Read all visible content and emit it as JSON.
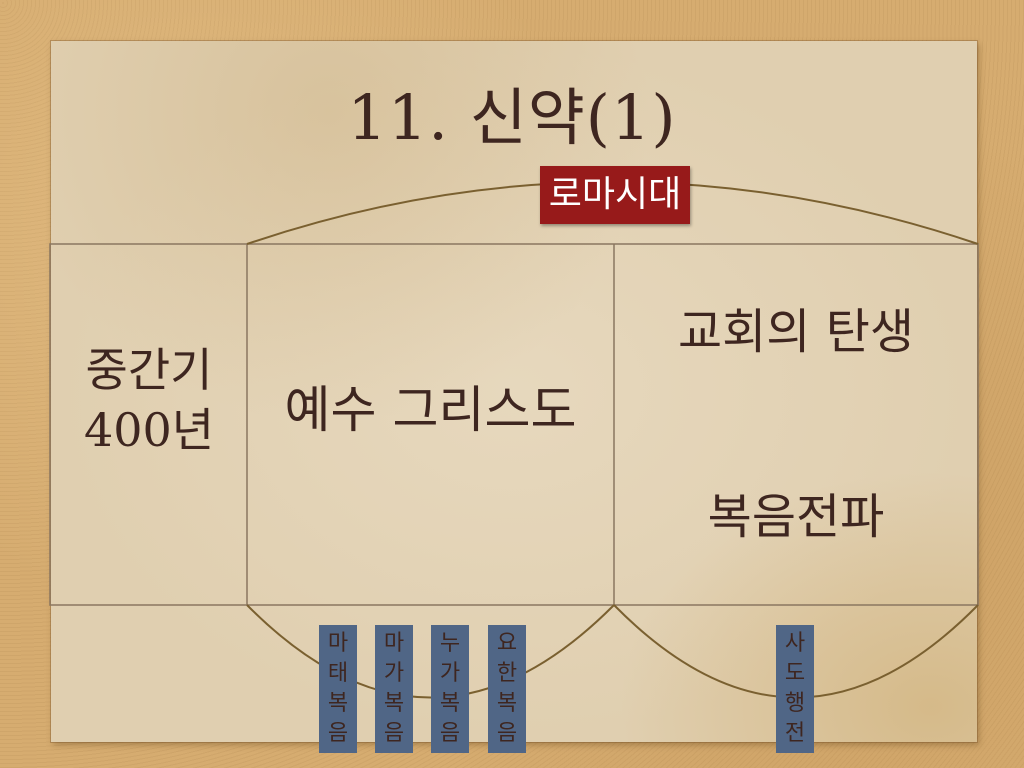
{
  "slide": {
    "title": "11. 신약(1)",
    "era_badge": {
      "label": "로마시대",
      "color": "#971a1a"
    },
    "columns": [
      {
        "id": "intertestamental",
        "lines": [
          "중간기",
          "400년"
        ]
      },
      {
        "id": "jesus",
        "label": "예수 그리스도"
      },
      {
        "id": "church",
        "lines": [
          "교회의 탄생",
          "복음전파"
        ]
      }
    ],
    "books": [
      {
        "label": "마태복음",
        "chars": [
          "마",
          "태",
          "복",
          "음"
        ]
      },
      {
        "label": "마가복음",
        "chars": [
          "마",
          "가",
          "복",
          "음"
        ]
      },
      {
        "label": "누가복음",
        "chars": [
          "누",
          "가",
          "복",
          "음"
        ]
      },
      {
        "label": "요한복음",
        "chars": [
          "요",
          "한",
          "복",
          "음"
        ]
      },
      {
        "label": "사도행전",
        "chars": [
          "사",
          "도",
          "행",
          "전"
        ]
      }
    ],
    "colors": {
      "text": "#3e2620",
      "book_label_bg": "#506686",
      "grid_line": "#8a7660",
      "arc_line": "#7a6030",
      "paper": "#e0cfb0",
      "background": "#d6ac70"
    }
  }
}
